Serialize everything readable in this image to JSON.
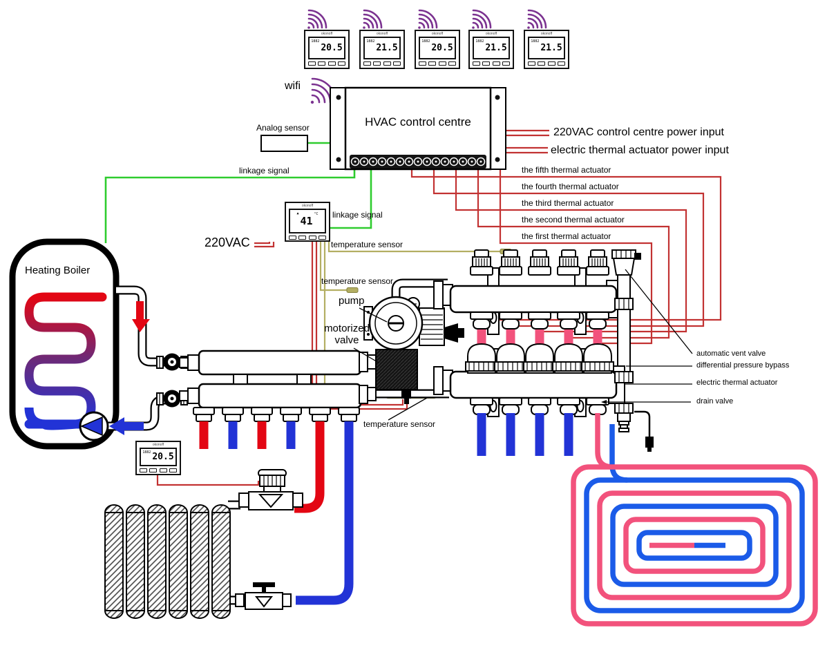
{
  "labels": {
    "wifi": "wifi",
    "analog_sensor": "Analog sensor",
    "hvac_title": "HVAC control centre",
    "power_input_220": "220VAC control centre power input",
    "power_input_actuator": "electric thermal actuator power input",
    "actuator_fifth": "the fifth thermal actuator",
    "actuator_fourth": "the fourth thermal actuator",
    "actuator_third": "the third thermal actuator",
    "actuator_second": "the second thermal actuator",
    "actuator_first": "the first thermal actuator",
    "linkage_signal_top": "linkage signal",
    "linkage_signal_mid": "linkage signal",
    "v220": "220VAC",
    "temp_sensor_1": "temperature sensor",
    "temp_sensor_2": "temperature sensor",
    "temp_sensor_3": "temperature sensor",
    "pump": "pump",
    "motorized_valve": "motorized valve",
    "heating_boiler": "Heating Boiler",
    "automatic_vent_valve": "automatic vent valve",
    "differential_pressure_bypass": "differential pressure bypass",
    "electric_thermal_actuator": "electric thermal actuator",
    "drain_valve": "drain valve"
  },
  "thermostats": {
    "wireless": [
      {
        "brand": "okonoff",
        "set": "1882",
        "display": "20.5"
      },
      {
        "brand": "okonoff",
        "set": "1882",
        "display": "21.5"
      },
      {
        "brand": "okonoff",
        "set": "1882",
        "display": "20.5"
      },
      {
        "brand": "okonoff",
        "set": "1882",
        "display": "21.5"
      },
      {
        "brand": "okonoff",
        "set": "1882",
        "display": "21.5"
      }
    ],
    "zone": {
      "brand": "okonoff",
      "icon": "▲",
      "display": "41",
      "unit": "°C"
    },
    "radiator": {
      "brand": "okonoff",
      "set": "1882",
      "display": "20.5"
    }
  },
  "colors": {
    "wire_red": "#c23232",
    "wire_green": "#2ecc2e",
    "sensor_olive": "#b3ae62",
    "pipe_red": "#e30613",
    "pipe_blue": "#2233d6",
    "floor_pink": "#f2527c",
    "floor_blue": "#1b5be8",
    "wifi_purple": "#7b3290"
  }
}
